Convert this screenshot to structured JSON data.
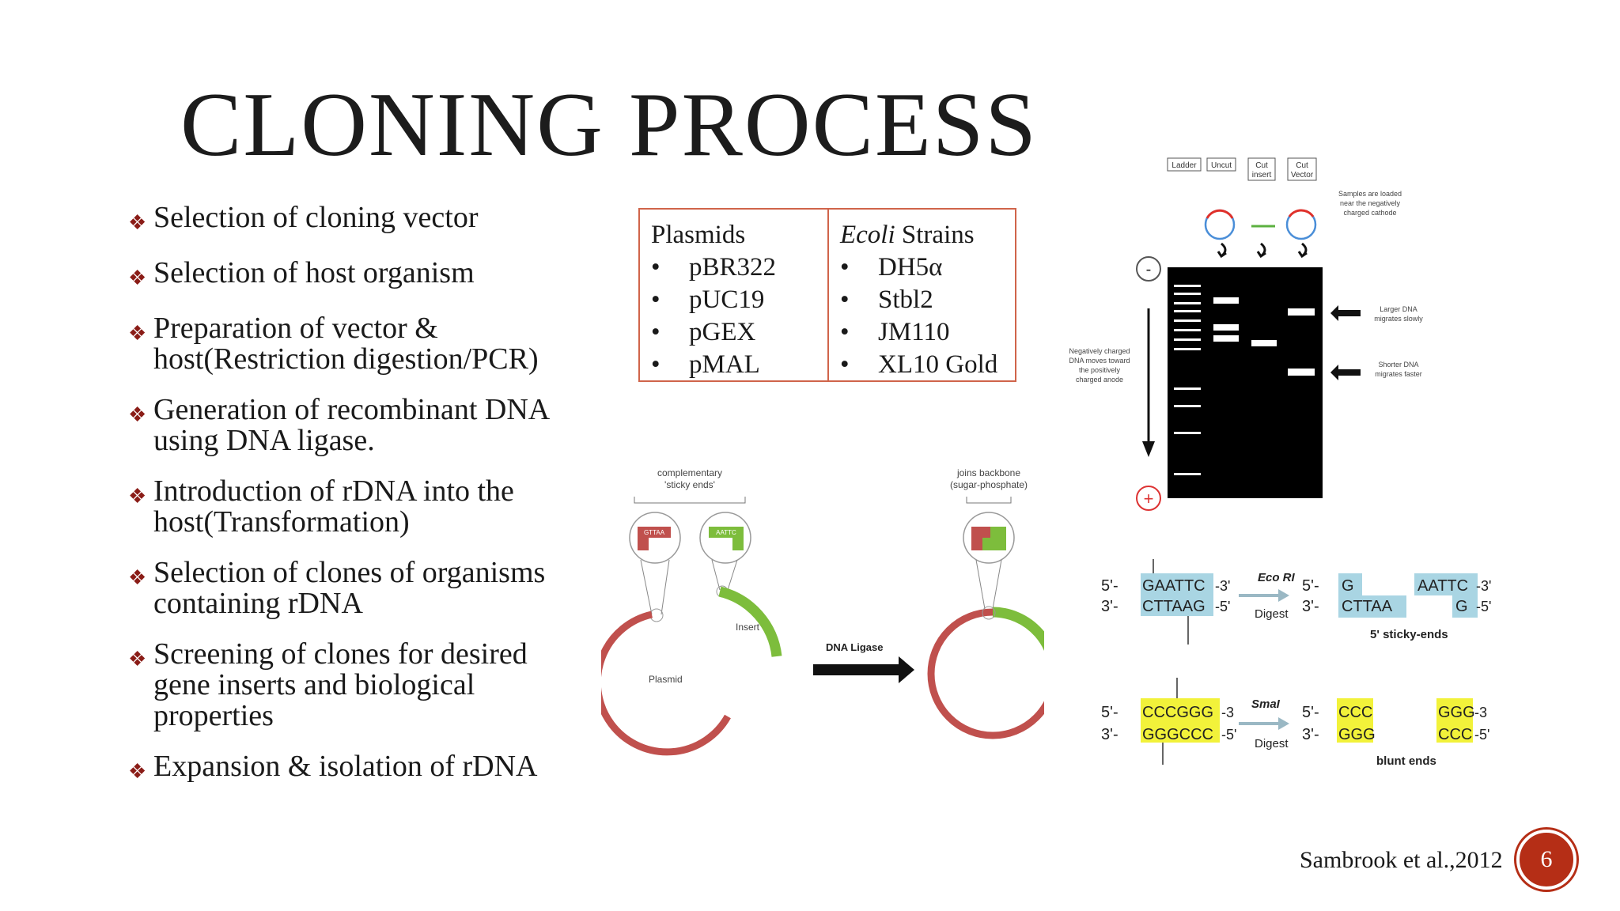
{
  "slide": {
    "title": "CLONING PROCESS",
    "bullets": [
      "Selection of cloning vector",
      "Selection of host organism",
      "Preparation of vector & host(Restriction digestion/PCR)",
      "Generation of recombinant DNA using DNA ligase.",
      "Introduction of rDNA into the host(Transformation)",
      "Selection of clones of organisms containing rDNA",
      "Screening of clones for desired gene inserts and biological properties",
      "Expansion & isolation of rDNA"
    ],
    "citation": "Sambrook et al.,2012",
    "page_number": "6"
  },
  "table": {
    "col1_header": "Plasmids",
    "col1_items": [
      "pBR322",
      "pUC19",
      "pGEX",
      "pMAL"
    ],
    "col2_header_italic": "Ecoli",
    "col2_header_rest": " Strains",
    "col2_items": [
      "DH5α",
      "Stbl2",
      "JM110",
      "XL10 Gold"
    ]
  },
  "ligation": {
    "sticky_label_1": "complementary",
    "sticky_label_2": "'sticky ends'",
    "backbone_label_1": "joins backbone",
    "backbone_label_2": "(sugar-phosphate)",
    "insert_label": "Insert",
    "plasmid_label": "Plasmid",
    "ligase_label": "DNA Ligase",
    "seq_red": "GTTAA",
    "seq_green": "AATTC"
  },
  "gel": {
    "lanes": [
      "Ladder",
      "Uncut",
      "Cut insert",
      "Cut Vector"
    ],
    "minus": "-",
    "plus": "+",
    "note_loaded": [
      "Samples are loaded",
      "near the negatively",
      "charged cathode"
    ],
    "note_moves": [
      "Negatively charged",
      "DNA moves toward",
      "the positively",
      "charged anode"
    ],
    "note_larger": [
      "Larger DNA",
      "migrates slowly"
    ],
    "note_shorter": [
      "Shorter DNA",
      "migrates faster"
    ]
  },
  "digest": {
    "ecori": {
      "top_left": "GAATTC",
      "bottom_left": "CTTAAG",
      "enzyme": "Eco RI",
      "action": "Digest",
      "top_frag1": "G",
      "bottom_frag1": "CTTAA",
      "top_frag2": "AATTC",
      "bottom_frag2": "G",
      "result": "5' sticky-ends"
    },
    "smai": {
      "top_left": "CCCGGG",
      "bottom_left": "GGGCCC",
      "enzyme": "SmaI",
      "action": "Digest",
      "top_frag1": "CCC",
      "bottom_frag1": "GGG",
      "top_frag2": "GGG",
      "bottom_frag2": "CCC",
      "result": "blunt ends"
    },
    "p5": "5'-",
    "p3": "3'-",
    "s3": "-3'",
    "s5": "-5'",
    "s3b": "-3",
    "s5b": "-5'"
  },
  "colors": {
    "accent": "#b52e16",
    "table_border": "#d0644a",
    "plasmid_red": "#c0504d",
    "insert_green": "#7dbd3c",
    "seq_blue": "#a9d5e3",
    "seq_yellow": "#f2f23a"
  }
}
